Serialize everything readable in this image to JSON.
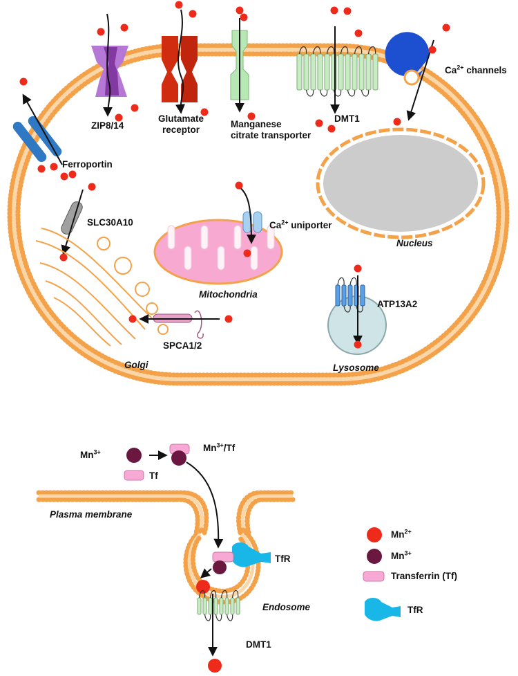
{
  "labels": {
    "ferroportin": "Ferroportin",
    "zip": "ZIP8/14",
    "glutamate_1": "Glutamate",
    "glutamate_2": "receptor",
    "manganese_1": "Manganese",
    "manganese_2": "citrate transporter",
    "dmt1_top": "DMT1",
    "ca_channels_sup": "2+",
    "ca_channels_rest": " channels",
    "ca_base": "Ca",
    "slc": "SLC30A10",
    "ca_uniporter_sup": "2+",
    "ca_uniporter_rest": " uniporter",
    "nucleus": "Nucleus",
    "mitochondria": "Mitochondria",
    "atp13a2": "ATP13A2",
    "spca": "SPCA1/2",
    "golgi": "Golgi",
    "lysosome": "Lysosome",
    "mn_base": "Mn",
    "mn3_sup": "3+",
    "mn3tf_rest": "/Tf",
    "tf": "Tf",
    "plasma_membrane": "Plasma membrane",
    "tfr": "TfR",
    "endosome": "Endosome",
    "dmt1_bottom": "DMT1"
  },
  "legend": {
    "mn2_base": "Mn",
    "mn2_sup": "2+",
    "mn3_base": "Mn",
    "mn3_sup": "3+",
    "transferrin": "Transferrin (Tf)",
    "tfr": "TfR"
  },
  "colors": {
    "mn2": "#ee2a1b",
    "mn3": "#6b1840",
    "membrane": "#f4a24a",
    "transferrin": "#f7a8d4",
    "tfr": "#19b6e8",
    "ferroportin": "#2f78c4",
    "zip": "#b678d6",
    "glutamate": "#d02c10",
    "manganese_transporter": "#b6e7b4",
    "dmt1": "#c9ebc4",
    "ca_channel": "#1d4fd1",
    "mitochondria": "#f7a9d2",
    "nucleus": "#cccccc",
    "lysosome": "#cfe4e6",
    "atp13a2": "#5aa0e8"
  }
}
